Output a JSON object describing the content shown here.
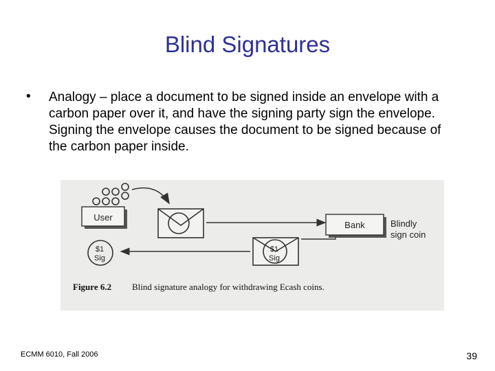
{
  "slide": {
    "title": "Blind Signatures",
    "bullet_marker": "•",
    "bullet_text": "Analogy – place a document to be signed inside an envelope with a carbon paper over it, and have the signing party sign the envelope.  Signing the envelope causes the document to be signed because of the carbon paper inside."
  },
  "figure": {
    "user_label": "User",
    "bank_label": "Bank",
    "bank_note_line1": "Blindly",
    "bank_note_line2": "sign coin",
    "coin_left_line1": "$1",
    "coin_left_line2": "Sig",
    "coin_env_line1": "$1",
    "coin_env_line2": "Sig",
    "caption_label": "Figure 6.2",
    "caption_text": "Blind signature analogy for withdrawing Ecash coins."
  },
  "footer": {
    "course": "ECMM 6010, Fall 2006",
    "page_number": "39"
  }
}
